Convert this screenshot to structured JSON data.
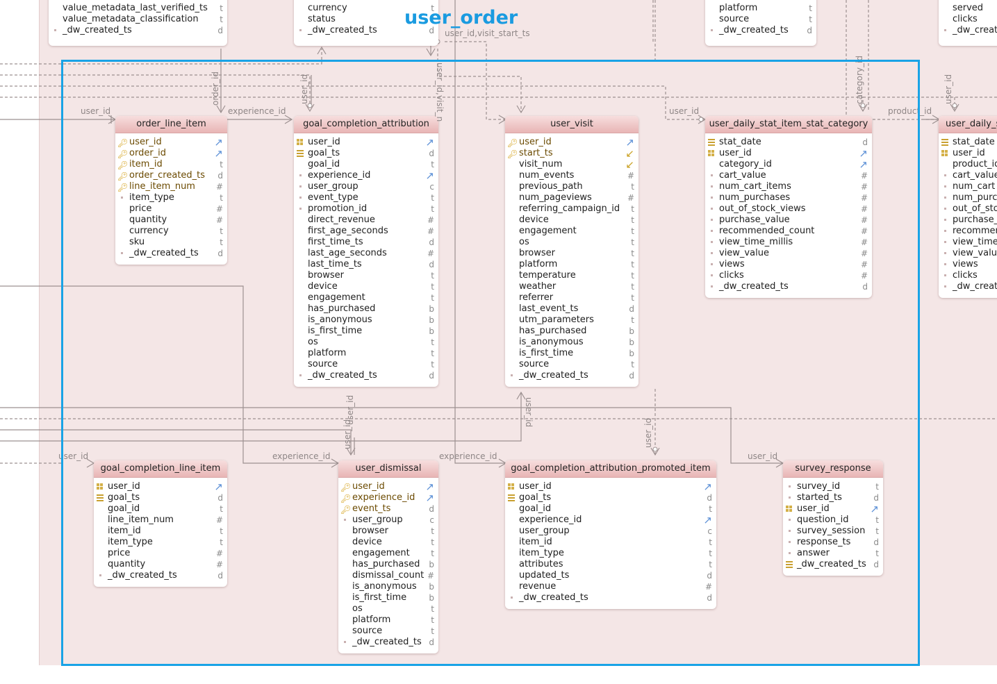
{
  "diagram_title": "user_order",
  "tables": [
    {
      "id": "top-a",
      "title": "",
      "rows": [
        {
          "name": "value_metadata_last_verified_ts",
          "type": "t",
          "icon": "none"
        },
        {
          "name": "value_metadata_classification",
          "type": "t",
          "icon": "none"
        },
        {
          "name": "_dw_created_ts",
          "type": "d",
          "icon": "none"
        }
      ]
    },
    {
      "id": "top-b",
      "title": "",
      "rows": [
        {
          "name": "currency",
          "type": "t",
          "icon": "none"
        },
        {
          "name": "status",
          "type": "t",
          "icon": "none"
        },
        {
          "name": "_dw_created_ts",
          "type": "d",
          "icon": "none"
        }
      ]
    },
    {
      "id": "top-c",
      "title": "",
      "rows": [
        {
          "name": "platform",
          "type": "t",
          "icon": "none"
        },
        {
          "name": "source",
          "type": "t",
          "icon": "none"
        },
        {
          "name": "_dw_created_ts",
          "type": "d",
          "icon": "none"
        }
      ]
    },
    {
      "id": "top-d",
      "title": "",
      "rows": [
        {
          "name": "served",
          "type": "",
          "icon": "none"
        },
        {
          "name": "clicks",
          "type": "",
          "icon": "none"
        },
        {
          "name": "_dw_creat",
          "type": "",
          "icon": "none"
        }
      ]
    },
    {
      "id": "order_line_item",
      "title": "order_line_item",
      "rows": [
        {
          "name": "user_id",
          "type": "ref",
          "icon": "key"
        },
        {
          "name": "order_id",
          "type": "ref",
          "icon": "key"
        },
        {
          "name": "item_id",
          "type": "t",
          "icon": "key"
        },
        {
          "name": "order_created_ts",
          "type": "d",
          "icon": "key"
        },
        {
          "name": "line_item_num",
          "type": "#",
          "icon": "key"
        },
        {
          "name": "item_type",
          "type": "t",
          "icon": "dot"
        },
        {
          "name": "price",
          "type": "#",
          "icon": "none"
        },
        {
          "name": "quantity",
          "type": "#",
          "icon": "none"
        },
        {
          "name": "currency",
          "type": "t",
          "icon": "none"
        },
        {
          "name": "sku",
          "type": "t",
          "icon": "none"
        },
        {
          "name": "_dw_created_ts",
          "type": "d",
          "icon": "dot"
        }
      ]
    },
    {
      "id": "goal_completion_attribution",
      "title": "goal_completion_attribution",
      "rows": [
        {
          "name": "user_id",
          "type": "ref",
          "icon": "idx"
        },
        {
          "name": "goal_ts",
          "type": "d",
          "icon": "stk"
        },
        {
          "name": "goal_id",
          "type": "t",
          "icon": "none"
        },
        {
          "name": "experience_id",
          "type": "ref",
          "icon": "dot"
        },
        {
          "name": "user_group",
          "type": "c",
          "icon": "dot"
        },
        {
          "name": "event_type",
          "type": "t",
          "icon": "dot"
        },
        {
          "name": "promotion_id",
          "type": "t",
          "icon": "dot"
        },
        {
          "name": "direct_revenue",
          "type": "#",
          "icon": "none"
        },
        {
          "name": "first_age_seconds",
          "type": "#",
          "icon": "none"
        },
        {
          "name": "first_time_ts",
          "type": "d",
          "icon": "none"
        },
        {
          "name": "last_age_seconds",
          "type": "#",
          "icon": "none"
        },
        {
          "name": "last_time_ts",
          "type": "d",
          "icon": "none"
        },
        {
          "name": "browser",
          "type": "t",
          "icon": "none"
        },
        {
          "name": "device",
          "type": "t",
          "icon": "none"
        },
        {
          "name": "engagement",
          "type": "t",
          "icon": "none"
        },
        {
          "name": "has_purchased",
          "type": "b",
          "icon": "none"
        },
        {
          "name": "is_anonymous",
          "type": "b",
          "icon": "none"
        },
        {
          "name": "is_first_time",
          "type": "b",
          "icon": "none"
        },
        {
          "name": "os",
          "type": "t",
          "icon": "none"
        },
        {
          "name": "platform",
          "type": "t",
          "icon": "none"
        },
        {
          "name": "source",
          "type": "t",
          "icon": "none"
        },
        {
          "name": "_dw_created_ts",
          "type": "d",
          "icon": "dot"
        }
      ]
    },
    {
      "id": "user_visit",
      "title": "user_visit",
      "rows": [
        {
          "name": "user_id",
          "type": "ref",
          "icon": "key"
        },
        {
          "name": "start_ts",
          "type": "back",
          "icon": "key"
        },
        {
          "name": "visit_num",
          "type": "back",
          "icon": "none"
        },
        {
          "name": "num_events",
          "type": "#",
          "icon": "none"
        },
        {
          "name": "previous_path",
          "type": "t",
          "icon": "none"
        },
        {
          "name": "num_pageviews",
          "type": "#",
          "icon": "none"
        },
        {
          "name": "referring_campaign_id",
          "type": "t",
          "icon": "none"
        },
        {
          "name": "device",
          "type": "t",
          "icon": "none"
        },
        {
          "name": "engagement",
          "type": "t",
          "icon": "none"
        },
        {
          "name": "os",
          "type": "t",
          "icon": "none"
        },
        {
          "name": "browser",
          "type": "t",
          "icon": "none"
        },
        {
          "name": "platform",
          "type": "t",
          "icon": "none"
        },
        {
          "name": "temperature",
          "type": "t",
          "icon": "none"
        },
        {
          "name": "weather",
          "type": "t",
          "icon": "none"
        },
        {
          "name": "referrer",
          "type": "t",
          "icon": "none"
        },
        {
          "name": "last_event_ts",
          "type": "d",
          "icon": "none"
        },
        {
          "name": "utm_parameters",
          "type": "t",
          "icon": "none"
        },
        {
          "name": "has_purchased",
          "type": "b",
          "icon": "none"
        },
        {
          "name": "is_anonymous",
          "type": "b",
          "icon": "none"
        },
        {
          "name": "is_first_time",
          "type": "b",
          "icon": "none"
        },
        {
          "name": "source",
          "type": "t",
          "icon": "none"
        },
        {
          "name": "_dw_created_ts",
          "type": "d",
          "icon": "dot"
        }
      ]
    },
    {
      "id": "user_daily_stat_item_stat_category",
      "title": "user_daily_stat_item_stat_category",
      "rows": [
        {
          "name": "stat_date",
          "type": "d",
          "icon": "stk"
        },
        {
          "name": "user_id",
          "type": "ref",
          "icon": "idx"
        },
        {
          "name": "category_id",
          "type": "ref",
          "icon": "none"
        },
        {
          "name": "cart_value",
          "type": "#",
          "icon": "dot"
        },
        {
          "name": "num_cart_items",
          "type": "#",
          "icon": "dot"
        },
        {
          "name": "num_purchases",
          "type": "#",
          "icon": "dot"
        },
        {
          "name": "out_of_stock_views",
          "type": "#",
          "icon": "dot"
        },
        {
          "name": "purchase_value",
          "type": "#",
          "icon": "dot"
        },
        {
          "name": "recommended_count",
          "type": "#",
          "icon": "dot"
        },
        {
          "name": "view_time_millis",
          "type": "#",
          "icon": "dot"
        },
        {
          "name": "view_value",
          "type": "#",
          "icon": "dot"
        },
        {
          "name": "views",
          "type": "#",
          "icon": "dot"
        },
        {
          "name": "clicks",
          "type": "#",
          "icon": "dot"
        },
        {
          "name": "_dw_created_ts",
          "type": "d",
          "icon": "dot"
        }
      ]
    },
    {
      "id": "user_daily_s",
      "title": "user_daily_s",
      "rows": [
        {
          "name": "stat_date",
          "type": "",
          "icon": "stk"
        },
        {
          "name": "user_id",
          "type": "",
          "icon": "idx"
        },
        {
          "name": "product_id",
          "type": "",
          "icon": "none"
        },
        {
          "name": "cart_value",
          "type": "",
          "icon": "dot"
        },
        {
          "name": "num_cart",
          "type": "",
          "icon": "dot"
        },
        {
          "name": "num_purc",
          "type": "",
          "icon": "dot"
        },
        {
          "name": "out_of_sto",
          "type": "",
          "icon": "dot"
        },
        {
          "name": "purchase_",
          "type": "",
          "icon": "dot"
        },
        {
          "name": "recommer",
          "type": "",
          "icon": "dot"
        },
        {
          "name": "view_time",
          "type": "",
          "icon": "dot"
        },
        {
          "name": "view_valu",
          "type": "",
          "icon": "dot"
        },
        {
          "name": "views",
          "type": "",
          "icon": "dot"
        },
        {
          "name": "clicks",
          "type": "",
          "icon": "dot"
        },
        {
          "name": "_dw_creat",
          "type": "",
          "icon": "dot"
        }
      ]
    },
    {
      "id": "goal_completion_line_item",
      "title": "goal_completion_line_item",
      "rows": [
        {
          "name": "user_id",
          "type": "ref",
          "icon": "idx"
        },
        {
          "name": "goal_ts",
          "type": "d",
          "icon": "stk"
        },
        {
          "name": "goal_id",
          "type": "t",
          "icon": "none"
        },
        {
          "name": "line_item_num",
          "type": "#",
          "icon": "none"
        },
        {
          "name": "item_id",
          "type": "t",
          "icon": "none"
        },
        {
          "name": "item_type",
          "type": "t",
          "icon": "none"
        },
        {
          "name": "price",
          "type": "#",
          "icon": "none"
        },
        {
          "name": "quantity",
          "type": "#",
          "icon": "none"
        },
        {
          "name": "_dw_created_ts",
          "type": "d",
          "icon": "dot"
        }
      ]
    },
    {
      "id": "user_dismissal",
      "title": "user_dismissal",
      "rows": [
        {
          "name": "user_id",
          "type": "ref",
          "icon": "key"
        },
        {
          "name": "experience_id",
          "type": "ref",
          "icon": "key"
        },
        {
          "name": "event_ts",
          "type": "d",
          "icon": "key"
        },
        {
          "name": "user_group",
          "type": "c",
          "icon": "dot"
        },
        {
          "name": "browser",
          "type": "t",
          "icon": "none"
        },
        {
          "name": "device",
          "type": "t",
          "icon": "none"
        },
        {
          "name": "engagement",
          "type": "t",
          "icon": "none"
        },
        {
          "name": "has_purchased",
          "type": "b",
          "icon": "none"
        },
        {
          "name": "dismissal_count",
          "type": "#",
          "icon": "none"
        },
        {
          "name": "is_anonymous",
          "type": "b",
          "icon": "none"
        },
        {
          "name": "is_first_time",
          "type": "b",
          "icon": "none"
        },
        {
          "name": "os",
          "type": "t",
          "icon": "none"
        },
        {
          "name": "platform",
          "type": "t",
          "icon": "none"
        },
        {
          "name": "source",
          "type": "t",
          "icon": "none"
        },
        {
          "name": "_dw_created_ts",
          "type": "d",
          "icon": "dot"
        }
      ]
    },
    {
      "id": "goal_completion_attribution_promoted_item",
      "title": "goal_completion_attribution_promoted_item",
      "rows": [
        {
          "name": "user_id",
          "type": "ref",
          "icon": "idx"
        },
        {
          "name": "goal_ts",
          "type": "d",
          "icon": "stk"
        },
        {
          "name": "goal_id",
          "type": "t",
          "icon": "none"
        },
        {
          "name": "experience_id",
          "type": "ref",
          "icon": "none"
        },
        {
          "name": "user_group",
          "type": "c",
          "icon": "none"
        },
        {
          "name": "item_id",
          "type": "t",
          "icon": "none"
        },
        {
          "name": "item_type",
          "type": "t",
          "icon": "none"
        },
        {
          "name": "attributes",
          "type": "t",
          "icon": "none"
        },
        {
          "name": "updated_ts",
          "type": "d",
          "icon": "none"
        },
        {
          "name": "revenue",
          "type": "#",
          "icon": "none"
        },
        {
          "name": "_dw_created_ts",
          "type": "d",
          "icon": "dot"
        }
      ]
    },
    {
      "id": "survey_response",
      "title": "survey_response",
      "rows": [
        {
          "name": "survey_id",
          "type": "t",
          "icon": "dot"
        },
        {
          "name": "started_ts",
          "type": "d",
          "icon": "dot"
        },
        {
          "name": "user_id",
          "type": "ref",
          "icon": "idx"
        },
        {
          "name": "question_id",
          "type": "t",
          "icon": "dot"
        },
        {
          "name": "survey_session",
          "type": "t",
          "icon": "dot"
        },
        {
          "name": "response_ts",
          "type": "d",
          "icon": "dot"
        },
        {
          "name": "answer",
          "type": "t",
          "icon": "dot"
        },
        {
          "name": "_dw_created_ts",
          "type": "d",
          "icon": "stk"
        }
      ]
    }
  ],
  "edge_labels": [
    {
      "id": "el-uid-1",
      "text": "user_id"
    },
    {
      "id": "el-orderid",
      "text": "order_id"
    },
    {
      "id": "el-exp-1",
      "text": "experience_id"
    },
    {
      "id": "el-uid-2",
      "text": "user_id"
    },
    {
      "id": "el-uid-visit",
      "text": "user_id,visit_start_ts"
    },
    {
      "id": "el-uid-visitn",
      "text": "user_id,visit_n"
    },
    {
      "id": "el-uid-3",
      "text": "user_id"
    },
    {
      "id": "el-category",
      "text": "category_id"
    },
    {
      "id": "el-product",
      "text": "product_id"
    },
    {
      "id": "el-uid-4",
      "text": "user_id"
    },
    {
      "id": "el-uid-5",
      "text": "user_id"
    },
    {
      "id": "el-uid-6",
      "text": "user_id"
    },
    {
      "id": "el-exp-2",
      "text": "experience_id"
    },
    {
      "id": "el-uid-7",
      "text": "user_id"
    },
    {
      "id": "el-uid-8",
      "text": "user_id"
    },
    {
      "id": "el-exp-3",
      "text": "experience_id"
    },
    {
      "id": "el-uid-9",
      "text": "user_id"
    },
    {
      "id": "el-uid-10",
      "text": "user_id"
    }
  ],
  "colors": {
    "canvas": "#f4e6e6",
    "header": "#e8b5b5",
    "line": "#9c9090",
    "selection": "#19a3e6",
    "key": "#d4a017",
    "ref_arrow": "#5b8fd6"
  }
}
